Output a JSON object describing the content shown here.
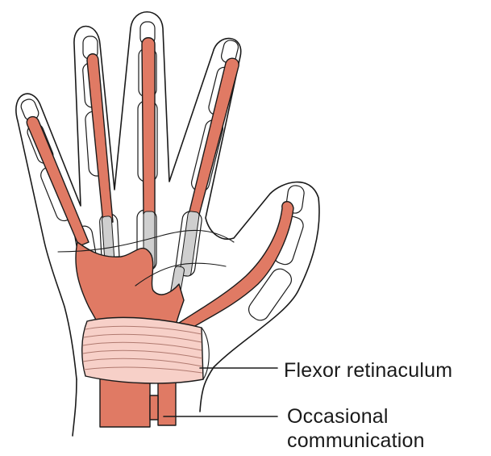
{
  "labels": {
    "flexor_retinaculum": "Flexor retinaculum",
    "occasional_communication_line1": "Occasional",
    "occasional_communication_line2": "communication"
  },
  "colors": {
    "sheath": "#e07a64",
    "sheath_outline": "#1a1a1a",
    "retinaculum": "#f7d0c8",
    "outline": "#1a1a1a",
    "background": "#ffffff"
  }
}
